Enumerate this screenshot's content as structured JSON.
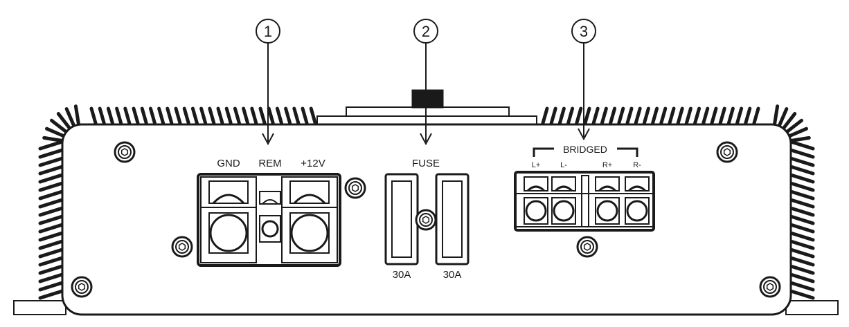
{
  "callouts": [
    {
      "number": "1"
    },
    {
      "number": "2"
    },
    {
      "number": "3"
    }
  ],
  "power_terminal": {
    "labels": [
      "GND",
      "REM",
      "+12V"
    ]
  },
  "fuse": {
    "label": "FUSE",
    "ratings": [
      "30A",
      "30A"
    ]
  },
  "speaker_terminal": {
    "bridged_label": "BRIDGED",
    "labels": [
      "L+",
      "L-",
      "R+",
      "R-"
    ]
  },
  "colors": {
    "line": "#1a1a1a",
    "background": "#ffffff"
  }
}
